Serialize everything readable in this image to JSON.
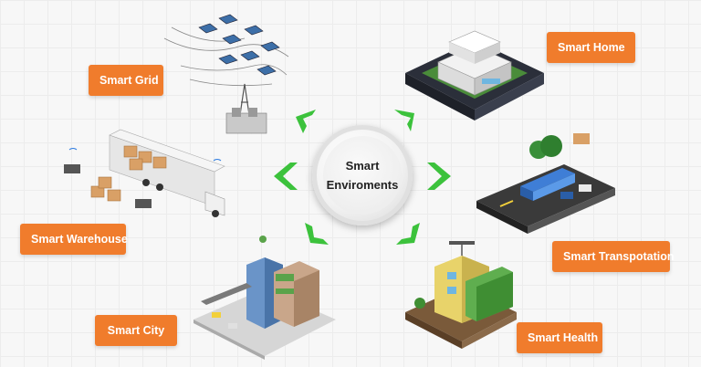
{
  "center": {
    "line1": "Smart",
    "line2": "Enviroments"
  },
  "labels": {
    "grid": "Smart Grid",
    "home": "Smart Home",
    "warehouse": "Smart Warehouse",
    "transportation": "Smart Transpotation",
    "city": "Smart City",
    "health": "Smart Health"
  },
  "colors": {
    "label_bg": "#f07c2c",
    "arrow": "#3cc23c",
    "background": "#f7f7f7"
  },
  "icons": [
    "power-grid-illustration",
    "smart-home-illustration",
    "warehouse-truck-illustration",
    "transportation-illustration",
    "city-illustration",
    "hospital-illustration"
  ]
}
